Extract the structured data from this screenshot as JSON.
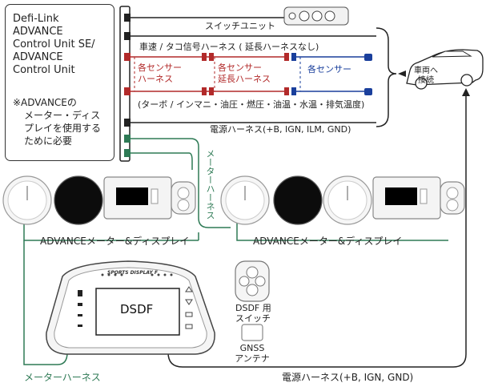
{
  "controller": {
    "name_lines": [
      "Defi-Link",
      "ADVANCE",
      "Control Unit SE/",
      "ADVANCE",
      "Control Unit"
    ],
    "note_lines": [
      "※ADVANCEの",
      "メーター・ディス",
      "プレイを使用する",
      "ために必要"
    ]
  },
  "harnesses": {
    "switch_unit": "スイッチユニット",
    "speed_tacho": "車速 / タコ信号ハーネス ( 延長ハーネスなし)",
    "sensor_harness_lines": [
      "各センサー",
      "ハーネス"
    ],
    "sensor_ext_lines": [
      "各センサー",
      "延長ハーネス"
    ],
    "sensors": "各センサー",
    "sensor_types": "(ターボ / インマニ・油圧・燃圧・油温・水温・排気温度)",
    "power_top": "電源ハーネス(+B, IGN, ILM, GND)",
    "meter_harness_vertical": "メーターハーネス",
    "meter_harness_bottom": "メーターハーネス",
    "power_bottom": "電源ハーネス(+B, IGN, GND)"
  },
  "vehicle": {
    "label_lines": [
      "車両へ",
      "接続"
    ]
  },
  "meters": {
    "group_left_label": "ADVANCEメーター&ディスプレイ",
    "group_right_label": "ADVANCEメーター&ディスプレイ"
  },
  "dsdf": {
    "screen_label": "DSDF",
    "brand": "SPORTS DISPLAY F",
    "switch_label_lines": [
      "DSDF 用",
      "スイッチ"
    ],
    "gnss_label_lines": [
      "GNSS",
      "アンテナ"
    ]
  },
  "colors": {
    "red": "#b22a2a",
    "blue": "#1a3f9c",
    "green": "#2e7a55",
    "black": "#222222"
  }
}
